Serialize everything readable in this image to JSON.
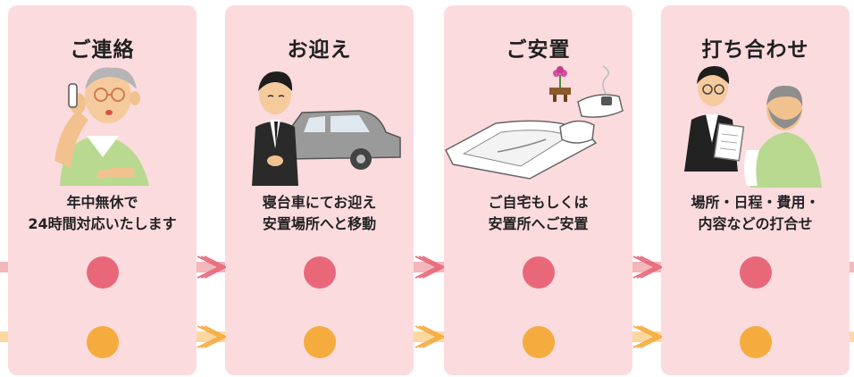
{
  "steps": [
    {
      "title": "ご連絡",
      "line1": "年中無休で",
      "line2": "24時間対応いたします",
      "icon": "phone-call-icon"
    },
    {
      "title": "お迎え",
      "line1": "寝台車にてお迎え",
      "line2": "安置場所へと移動",
      "icon": "hearse-car-icon"
    },
    {
      "title": "ご安置",
      "line1": "ご自宅もしくは",
      "line2": "安置所へご安置",
      "icon": "futon-altar-icon"
    },
    {
      "title": "打ち合わせ",
      "line1": "場所・日程・費用・",
      "line2": "内容などの打合せ",
      "icon": "meeting-icon"
    }
  ],
  "colors": {
    "card_bg": "#fbdbde",
    "pink_line": "#f2b6bb",
    "pink_dot": "#e8687a",
    "orange_line": "#fcd8a0",
    "orange_dot": "#f5ab3e"
  }
}
